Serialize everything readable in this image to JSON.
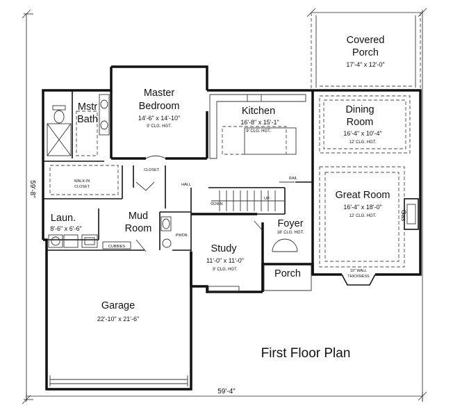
{
  "plan": {
    "title": "First Floor Plan",
    "overall_width": "59'-4\"",
    "overall_depth": "59'-8\""
  },
  "rooms": {
    "covered_porch": {
      "name_1": "Covered",
      "name_2": "Porch",
      "dims": "17'-4\" x 12'-0\""
    },
    "master_bedroom": {
      "name_1": "Master",
      "name_2": "Bedroom",
      "dims": "14'-6\" x 14'-10\"",
      "ceiling": "9' CLG. HGT."
    },
    "master_bath": {
      "name_1": "Mstr",
      "name_2": "Bath"
    },
    "kitchen": {
      "name": "Kitchen",
      "dims": "16'-8\" x 15'-1\"",
      "ceiling": "9' CLG. HGT."
    },
    "dining_room": {
      "name_1": "Dining",
      "name_2": "Room",
      "dims": "16'-4\" x 10'-4\"",
      "ceiling": "12' CLG. HGT."
    },
    "great_room": {
      "name": "Great Room",
      "dims": "16'-4\" x 18'-0\"",
      "ceiling": "12' CLG. HGT.",
      "gas_label": "Gas"
    },
    "walk_in_closet": {
      "line_1": "WALK-IN",
      "line_2": "CLOSET"
    },
    "closet": {
      "label": "CLOSET"
    },
    "hall": {
      "label": "HALL"
    },
    "laundry": {
      "name": "Laun.",
      "dims": "8'-6\" x 6'-6\""
    },
    "mud_room": {
      "name_1": "Mud",
      "name_2": "Room",
      "cubbies": "CUBBIES"
    },
    "powder": {
      "label": "PWDR."
    },
    "stairs": {
      "down": "DOWN",
      "up": "UP",
      "rail": "RAIL"
    },
    "foyer": {
      "name": "Foyer",
      "ceiling": "18' CLG. HGT."
    },
    "study": {
      "name": "Study",
      "dims": "11'-0\" x 11'-0\"",
      "ceiling": "9' CLG. HGT."
    },
    "front_porch": {
      "name": "Porch"
    },
    "wall_note": {
      "line_1": "10\" WALL",
      "line_2": "THICKNESS"
    },
    "garage": {
      "name": "Garage",
      "dims": "22'-10\" x 21'-6\""
    }
  },
  "icons": {
    "fireplace": "fireplace-icon",
    "toilet": "toilet-icon",
    "sink": "sink-icon",
    "washer_dryer": "washer-dryer-icon"
  }
}
